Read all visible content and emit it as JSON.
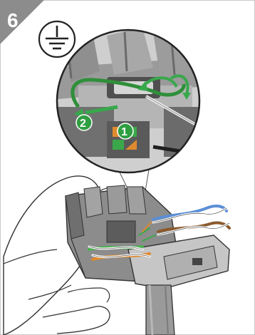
{
  "step": {
    "number": "6"
  },
  "callouts": [
    {
      "number": "1"
    },
    {
      "number": "2"
    }
  ],
  "icons": {
    "ground": "ground-symbol-icon"
  },
  "colors": {
    "step_corner": "#8c8c8c",
    "callout_green": "#2f9e41",
    "arrow_green": "#38a84c",
    "wire_orange": "#e08a2e",
    "wire_green": "#4caf50",
    "wire_blue": "#5b8fd6",
    "wire_brown": "#8b5a2b",
    "housing_gray": "#7a7a7a"
  }
}
